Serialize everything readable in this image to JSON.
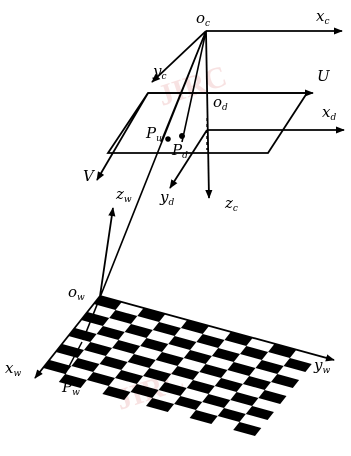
{
  "labels": {
    "o_c": {
      "base": "o",
      "sub": "c"
    },
    "x_c": {
      "base": "x",
      "sub": "c"
    },
    "y_c": {
      "base": "y",
      "sub": "c"
    },
    "z_c": {
      "base": "z",
      "sub": "c"
    },
    "U": {
      "base": "U",
      "sub": ""
    },
    "V": {
      "base": "V",
      "sub": ""
    },
    "o_d": {
      "base": "o",
      "sub": "d"
    },
    "x_d": {
      "base": "x",
      "sub": "d"
    },
    "y_d": {
      "base": "y",
      "sub": "d"
    },
    "P_u": {
      "base": "P",
      "sub": "u"
    },
    "P_d": {
      "base": "P",
      "sub": "d"
    },
    "z_w": {
      "base": "z",
      "sub": "w"
    },
    "o_w": {
      "base": "o",
      "sub": "w"
    },
    "x_w": {
      "base": "x",
      "sub": "w"
    },
    "y_w": {
      "base": "y",
      "sub": "w"
    },
    "P_w": {
      "base": "P",
      "sub": "w"
    }
  },
  "watermark": [
    "JIRC",
    "JIRC"
  ],
  "checkerboard": {
    "rows": 10,
    "cols": 10
  }
}
